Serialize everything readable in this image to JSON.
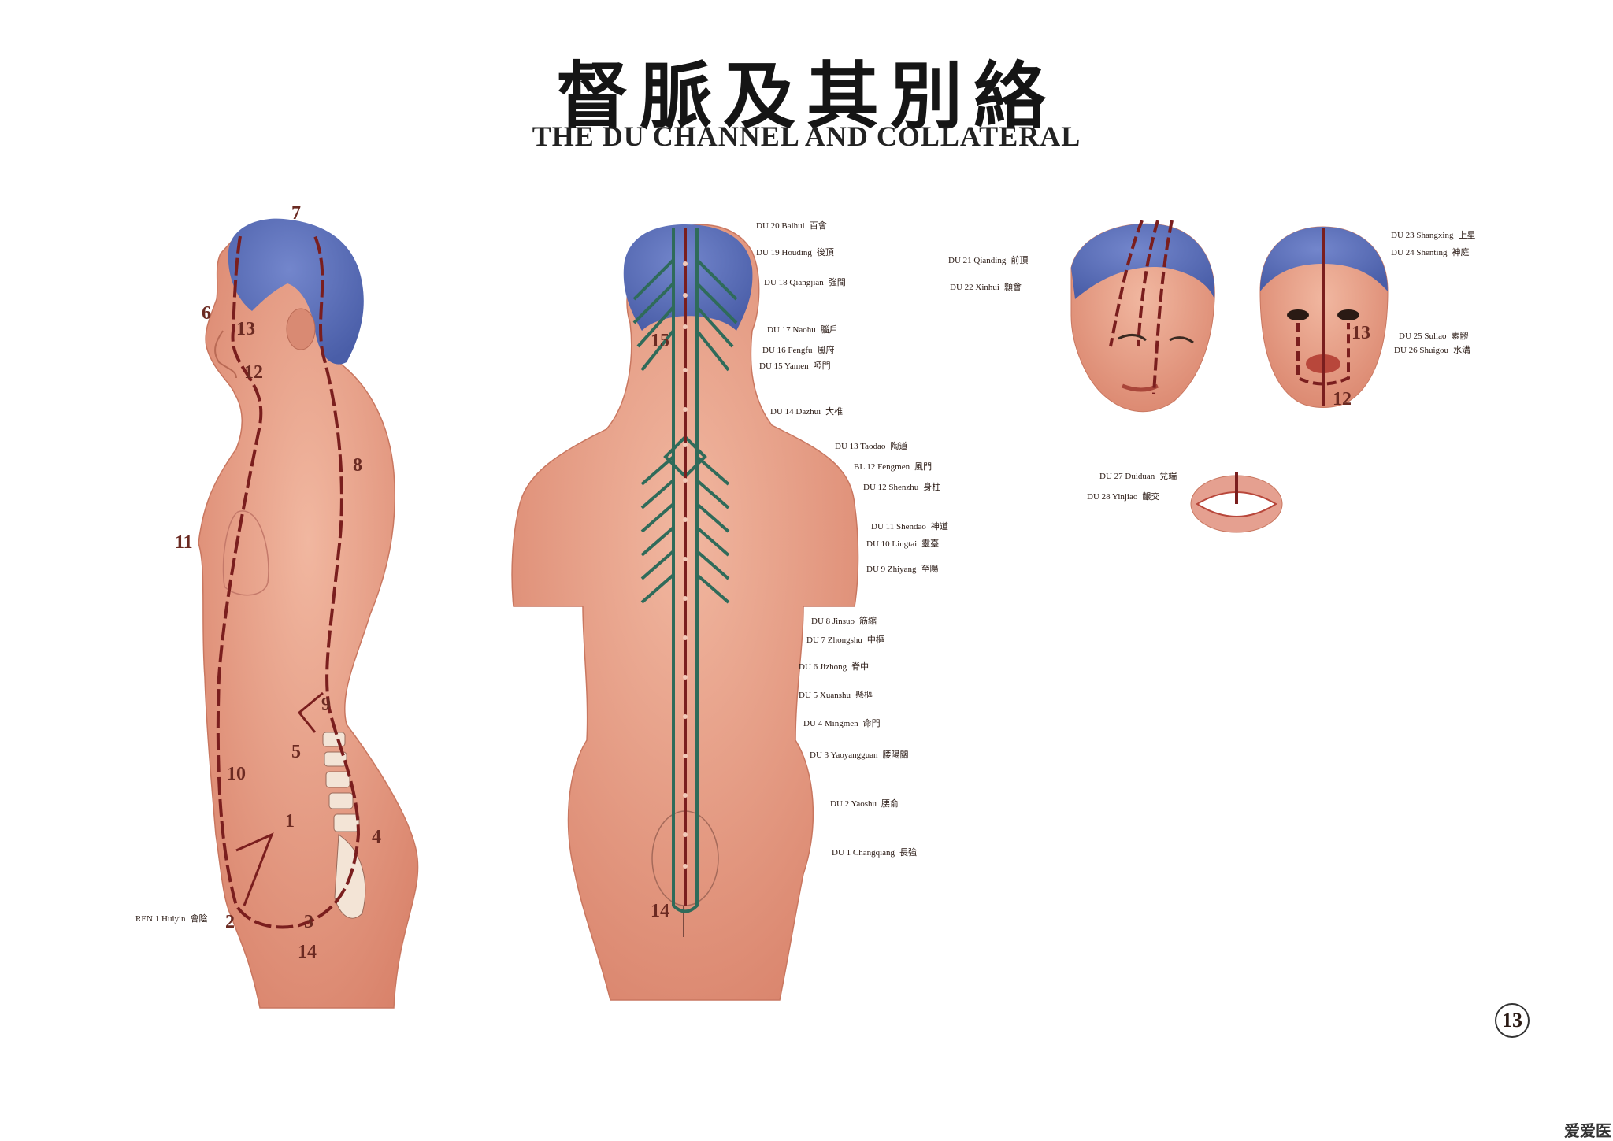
{
  "title_cn": "督脈及其別絡",
  "title_en": "THE DU CHANNEL AND COLLATERAL",
  "side_numbers": [
    "7",
    "6",
    "13",
    "12",
    "8",
    "11",
    "9",
    "5",
    "10",
    "1",
    "4",
    "2",
    "3",
    "14"
  ],
  "back_numbers": [
    "15",
    "14"
  ],
  "face_numbers": [
    "13",
    "12"
  ],
  "points": [
    {
      "code": "DU 20 Baihui",
      "cn": "百會"
    },
    {
      "code": "DU 19 Houding",
      "cn": "後頂"
    },
    {
      "code": "DU 18 Qiangjian",
      "cn": "強間"
    },
    {
      "code": "DU 17 Naohu",
      "cn": "腦戶"
    },
    {
      "code": "DU 16 Fengfu",
      "cn": "風府"
    },
    {
      "code": "DU 15 Yamen",
      "cn": "啞門"
    },
    {
      "code": "DU 14 Dazhui",
      "cn": "大椎"
    },
    {
      "code": "DU 13 Taodao",
      "cn": "陶道"
    },
    {
      "code": "BL 12 Fengmen",
      "cn": "風門"
    },
    {
      "code": "DU 12 Shenzhu",
      "cn": "身柱"
    },
    {
      "code": "DU 11 Shendao",
      "cn": "神道"
    },
    {
      "code": "DU 10 Lingtai",
      "cn": "靈臺"
    },
    {
      "code": "DU 9 Zhiyang",
      "cn": "至陽"
    },
    {
      "code": "DU 8 Jinsuo",
      "cn": "筋縮"
    },
    {
      "code": "DU 7 Zhongshu",
      "cn": "中樞"
    },
    {
      "code": "DU 6 Jizhong",
      "cn": "脊中"
    },
    {
      "code": "DU 5 Xuanshu",
      "cn": "懸樞"
    },
    {
      "code": "DU 4 Mingmen",
      "cn": "命門"
    },
    {
      "code": "DU 3 Yaoyangguan",
      "cn": "腰陽關"
    },
    {
      "code": "DU 2 Yaoshu",
      "cn": "腰俞"
    },
    {
      "code": "DU 1 Changqiang",
      "cn": "長強"
    },
    {
      "code": "DU 21 Qianding",
      "cn": "前頂"
    },
    {
      "code": "DU 22 Xinhui",
      "cn": "顖會"
    },
    {
      "code": "DU 23 Shangxing",
      "cn": "上星"
    },
    {
      "code": "DU 24 Shenting",
      "cn": "神庭"
    },
    {
      "code": "DU 25 Suliao",
      "cn": "素髎"
    },
    {
      "code": "DU 26 Shuigou",
      "cn": "水溝"
    },
    {
      "code": "DU 27 Duiduan",
      "cn": "兌端"
    },
    {
      "code": "DU 28 Yinjiao",
      "cn": "齦交"
    },
    {
      "code": "REN 1 Huiyin",
      "cn": "會陰"
    }
  ],
  "page_number": "13",
  "watermark": "爱爱医",
  "colors": {
    "skin": "#e8a08a",
    "hair": "#5a6fb8",
    "channel": "#7a1e1e",
    "collateral": "#2f6b5a"
  }
}
